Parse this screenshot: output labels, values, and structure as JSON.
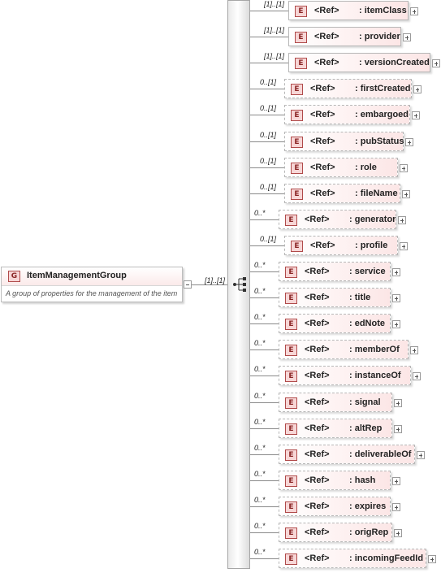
{
  "group": {
    "badge": "G",
    "name": "ItemManagementGroup",
    "description": "A group of properties for the management of the item",
    "multiplicity": "[1]..[1]"
  },
  "element_badge": "E",
  "ref_label": "<Ref>",
  "elements": [
    {
      "name": ": itemClass",
      "multiplicity": "[1]..[1]",
      "optional": false
    },
    {
      "name": ": provider",
      "multiplicity": "[1]..[1]",
      "optional": false
    },
    {
      "name": ": versionCreated",
      "multiplicity": "[1]..[1]",
      "optional": false
    },
    {
      "name": ": firstCreated",
      "multiplicity": "0..[1]",
      "optional": true
    },
    {
      "name": ": embargoed",
      "multiplicity": "0..[1]",
      "optional": true
    },
    {
      "name": ": pubStatus",
      "multiplicity": "0..[1]",
      "optional": true
    },
    {
      "name": ": role",
      "multiplicity": "0..[1]",
      "optional": true
    },
    {
      "name": ": fileName",
      "multiplicity": "0..[1]",
      "optional": true
    },
    {
      "name": ": generator",
      "multiplicity": "0..*",
      "optional": true
    },
    {
      "name": ": profile",
      "multiplicity": "0..[1]",
      "optional": true
    },
    {
      "name": ": service",
      "multiplicity": "0..*",
      "optional": true
    },
    {
      "name": ": title",
      "multiplicity": "0..*",
      "optional": true
    },
    {
      "name": ": edNote",
      "multiplicity": "0..*",
      "optional": true
    },
    {
      "name": ": memberOf",
      "multiplicity": "0..*",
      "optional": true
    },
    {
      "name": ": instanceOf",
      "multiplicity": "0..*",
      "optional": true
    },
    {
      "name": ": signal",
      "multiplicity": "0..*",
      "optional": true
    },
    {
      "name": ": altRep",
      "multiplicity": "0..*",
      "optional": true
    },
    {
      "name": ": deliverableOf",
      "multiplicity": "0..*",
      "optional": true
    },
    {
      "name": ": hash",
      "multiplicity": "0..*",
      "optional": true
    },
    {
      "name": ": expires",
      "multiplicity": "0..*",
      "optional": true
    },
    {
      "name": ": origRep",
      "multiplicity": "0..*",
      "optional": true
    },
    {
      "name": ": incomingFeedId",
      "multiplicity": "0..*",
      "optional": true
    }
  ],
  "colors": {
    "element_fill": "#fce6e6",
    "badge_border": "#b04a4a",
    "connector": "#8a8a8a"
  }
}
